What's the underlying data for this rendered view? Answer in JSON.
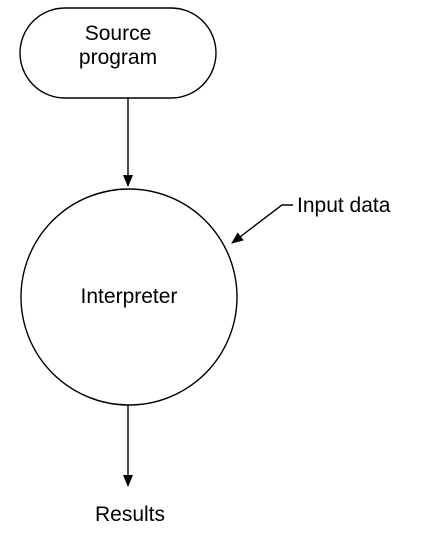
{
  "nodes": {
    "source_program": {
      "line1": "Source",
      "line2": "program"
    },
    "interpreter": {
      "label": "Interpreter"
    },
    "input_data": {
      "label": "Input data"
    },
    "results": {
      "label": "Results"
    }
  },
  "edges": [
    {
      "from": "source_program",
      "to": "interpreter"
    },
    {
      "from": "input_data",
      "to": "interpreter"
    },
    {
      "from": "interpreter",
      "to": "results"
    }
  ],
  "colors": {
    "stroke": "#000000",
    "background": "#ffffff"
  }
}
